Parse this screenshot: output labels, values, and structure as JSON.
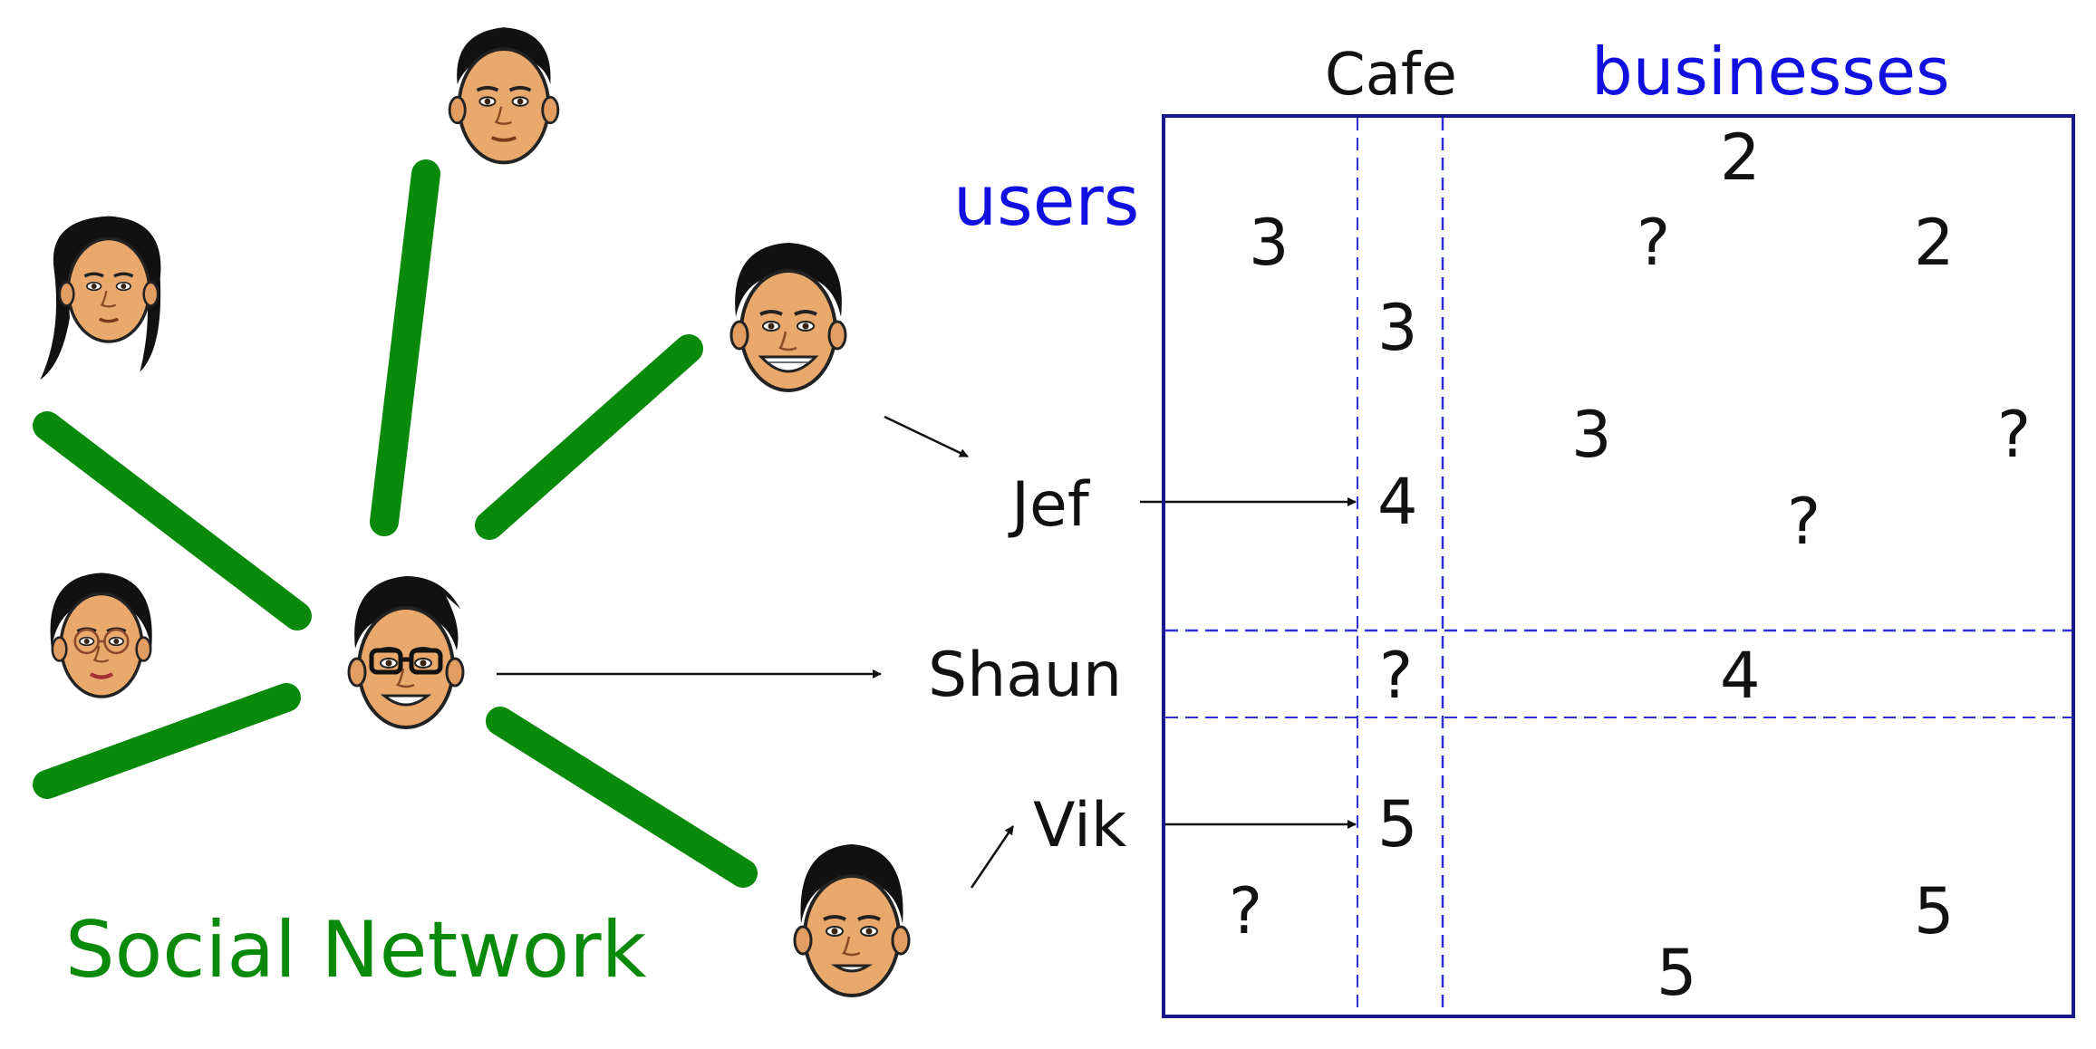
{
  "network": {
    "title": "Social Network",
    "edge_color": "#0a8a0a",
    "faces": [
      {
        "id": "top",
        "kind": "man"
      },
      {
        "id": "upper-left",
        "kind": "woman-long-hair"
      },
      {
        "id": "right",
        "kind": "man-grinning"
      },
      {
        "id": "left",
        "kind": "woman-glasses"
      },
      {
        "id": "center",
        "kind": "man-glasses"
      },
      {
        "id": "bottom-right",
        "kind": "man"
      }
    ]
  },
  "users": {
    "heading": "users",
    "heading_color": "#1010e0",
    "names": [
      "Jef",
      "Shaun",
      "Vik"
    ]
  },
  "businesses": {
    "heading": "businesses",
    "column_label": "Cafe"
  },
  "matrix": {
    "frame_color": "#18188a",
    "dash_color": "#3030d0",
    "cells": [
      "2",
      "3",
      "?",
      "2",
      "3",
      "3",
      "?",
      "4",
      "?",
      "?",
      "4",
      "5",
      "?",
      "5",
      "5"
    ]
  }
}
